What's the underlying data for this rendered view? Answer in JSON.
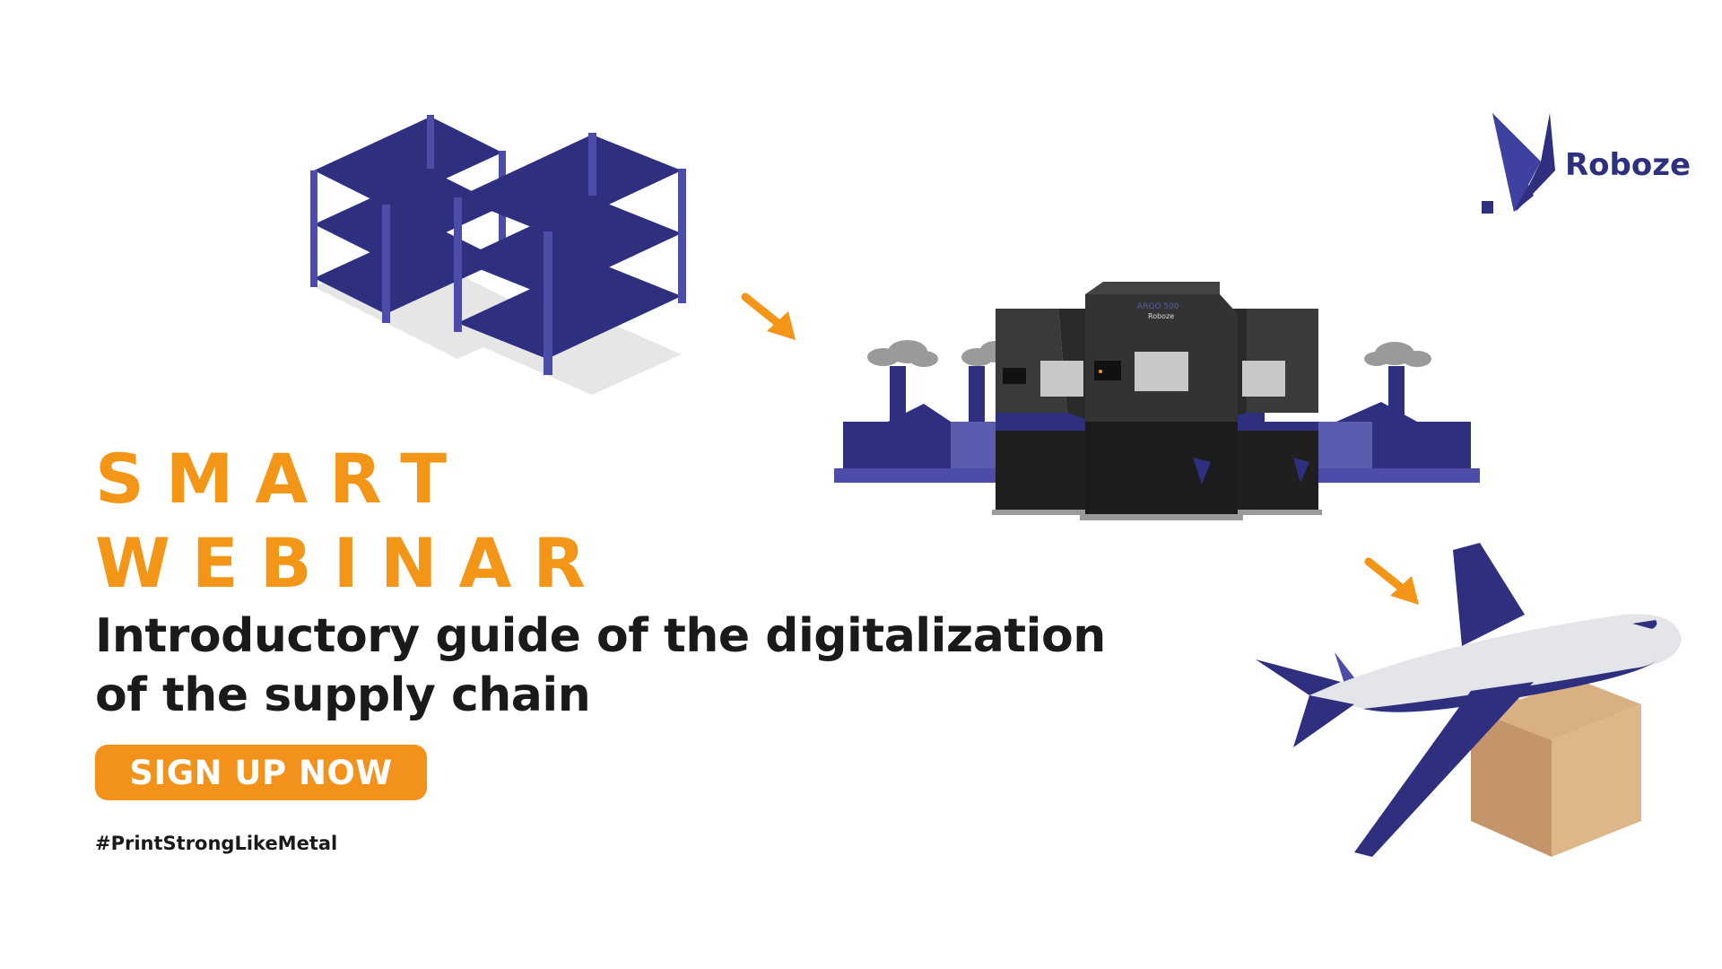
{
  "headline": {
    "line1": "SMART",
    "line2": "WEBINAR"
  },
  "subtitle": {
    "line1": "Introductory guide of the digitalization",
    "line2": "of the supply chain"
  },
  "cta": {
    "label": "SIGN UP NOW"
  },
  "hashtag": "#PrintStrongLikeMetal",
  "brand": {
    "name": "Roboze"
  },
  "printers": {
    "model_label": "ARGO 500",
    "brand_label": "Roboze"
  },
  "colors": {
    "accent_orange": "#F39517",
    "brand_navy": "#2E2F7F",
    "text_dark": "#1a1a1a"
  }
}
